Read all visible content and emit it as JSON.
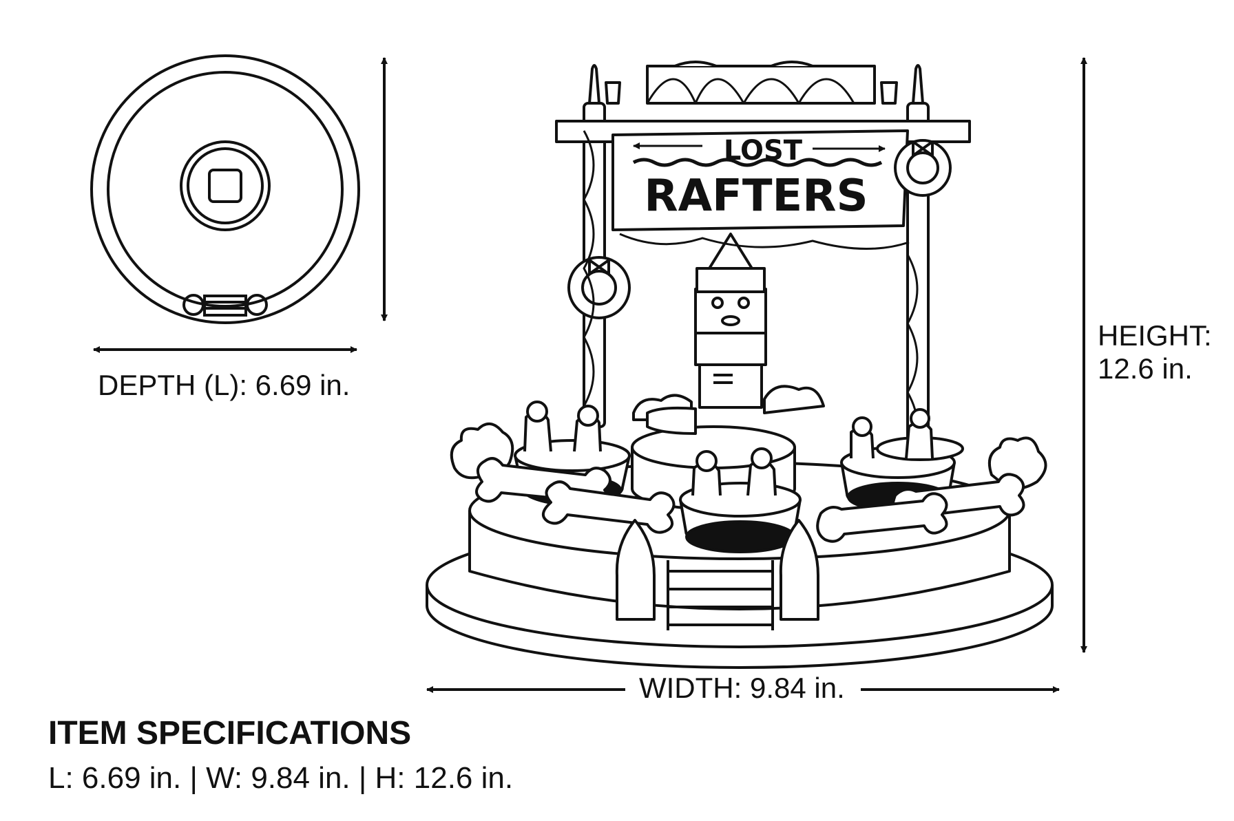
{
  "dimensions": {
    "depth_label": "DEPTH (L): 6.69 in.",
    "width_label": "WIDTH: 9.84 in.",
    "height_label_line1": "HEIGHT:",
    "height_label_line2": "12.6 in."
  },
  "sign": {
    "line1": "LOST",
    "line2": "RAFTERS"
  },
  "specs": {
    "title": "ITEM SPECIFICATIONS",
    "line": "L: 6.69 in. | W: 9.84 in. | H: 12.6 in."
  }
}
